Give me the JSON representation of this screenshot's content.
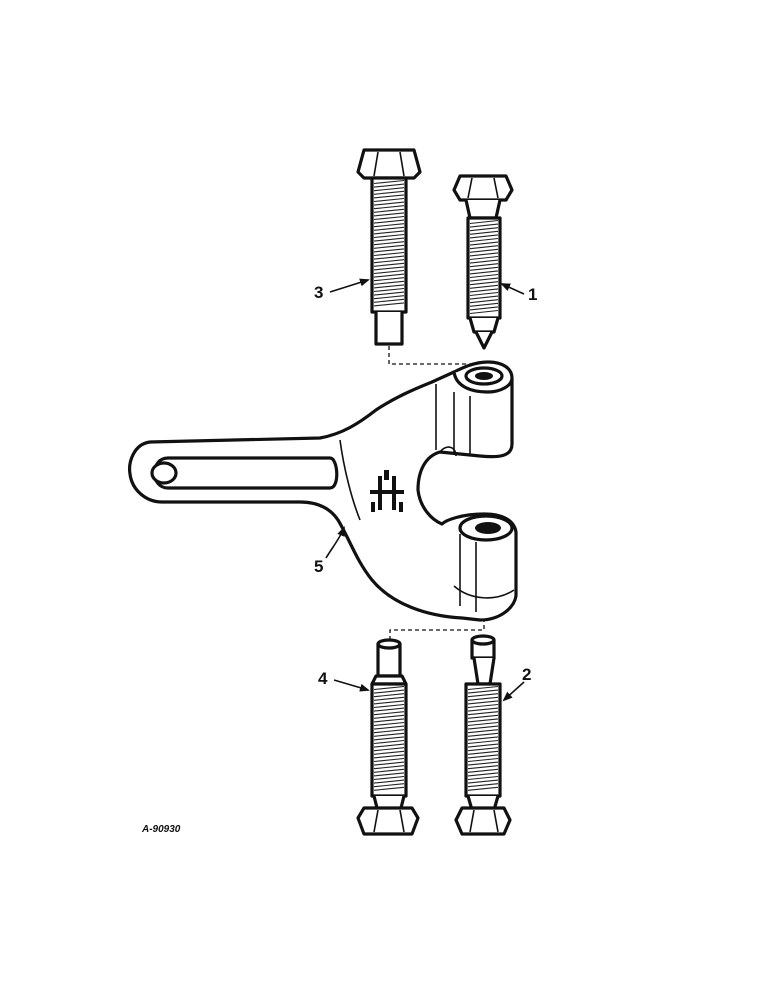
{
  "parts": [
    {
      "number": "1",
      "item": "bolt"
    },
    {
      "number": "2",
      "item": "bolt"
    },
    {
      "number": "3",
      "item": "bolt"
    },
    {
      "number": "4",
      "item": "bolt"
    },
    {
      "number": "5",
      "item": "frame"
    }
  ],
  "figure_id": "A-90930",
  "colors": {
    "ink": "#111111",
    "paper": "#ffffff"
  }
}
